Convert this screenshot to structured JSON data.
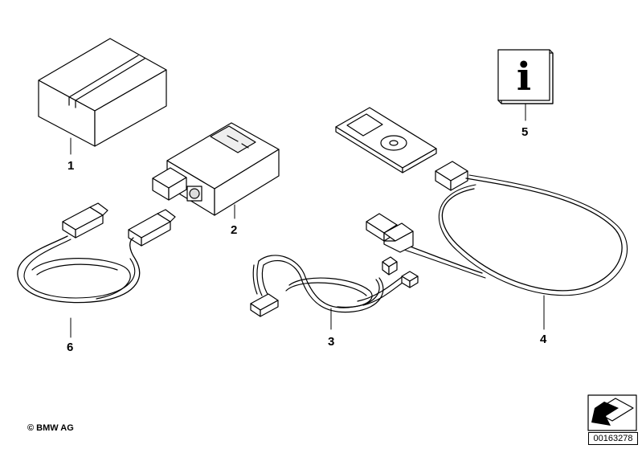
{
  "diagram": {
    "parts": [
      {
        "number": "1",
        "depicts": "box-icon"
      },
      {
        "number": "2",
        "depicts": "interface-module-icon"
      },
      {
        "number": "3",
        "depicts": "wiring-harness-icon"
      },
      {
        "number": "4",
        "depicts": "adapter-cable-icon"
      },
      {
        "number": "5",
        "depicts": "info-booklet-icon"
      },
      {
        "number": "6",
        "depicts": "usb-cable-icon"
      }
    ],
    "info_glyph": "i",
    "copyright": "© BMW AG",
    "reference_number": "00163278",
    "colors": {
      "line": "#000000",
      "fill": "#ffffff",
      "shade": "#dddddd"
    }
  }
}
